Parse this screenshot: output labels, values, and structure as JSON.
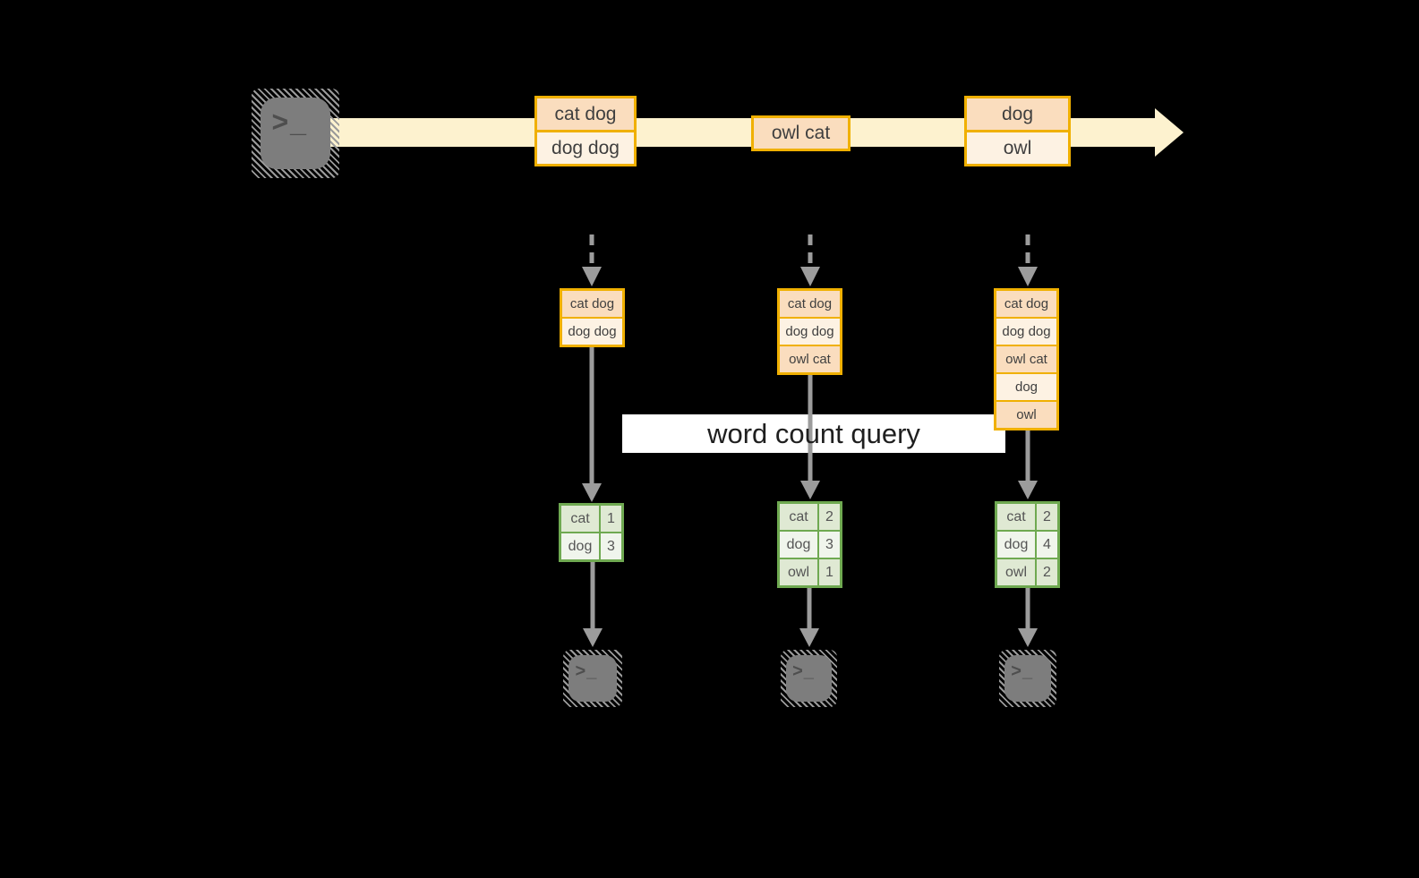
{
  "query": {
    "label": "word count query"
  },
  "stream": {
    "source_icon": "terminal-icon",
    "prompt_glyph": ">_",
    "batches": [
      {
        "rows": [
          "cat dog",
          "dog dog"
        ]
      },
      {
        "rows": [
          "owl cat"
        ]
      },
      {
        "rows": [
          "dog",
          "owl"
        ]
      }
    ]
  },
  "micro_batches": [
    {
      "input_rows": [
        "cat dog",
        "dog dog"
      ],
      "counts": [
        {
          "word": "cat",
          "count": "1"
        },
        {
          "word": "dog",
          "count": "3"
        }
      ]
    },
    {
      "input_rows": [
        "cat dog",
        "dog dog",
        "owl cat"
      ],
      "counts": [
        {
          "word": "cat",
          "count": "2"
        },
        {
          "word": "dog",
          "count": "3"
        },
        {
          "word": "owl",
          "count": "1"
        }
      ]
    },
    {
      "input_rows": [
        "cat dog",
        "dog dog",
        "owl cat",
        "dog",
        "owl"
      ],
      "counts": [
        {
          "word": "cat",
          "count": "2"
        },
        {
          "word": "dog",
          "count": "4"
        },
        {
          "word": "owl",
          "count": "2"
        }
      ]
    }
  ],
  "colors": {
    "background": "#000000",
    "stream_band": "#FDF2CF",
    "record_border": "#F0B000",
    "record_fill_dark": "#FADDBE",
    "record_fill_light": "#FDF2E3",
    "table_border": "#6FA951",
    "table_fill_dark": "#DFE9D3",
    "table_fill_light": "#F0F5EC",
    "arrow_gray": "#9C9C9C",
    "terminal_gray": "#7D7D7D",
    "query_band": "#FFFFFF",
    "text_dark": "#3F3F3F"
  }
}
